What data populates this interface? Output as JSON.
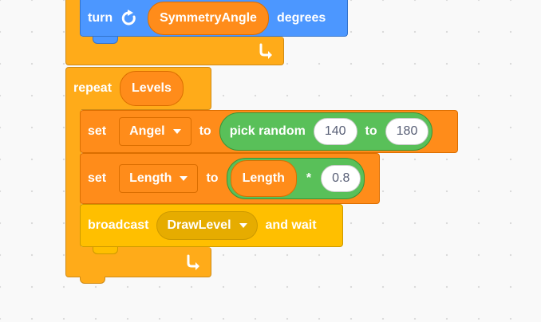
{
  "turn_block": {
    "label": "turn",
    "icon": "turn-right-icon",
    "variable": "SymmetryAngle",
    "unit": "degrees"
  },
  "top_loop": {
    "icon": "loop-arrow-icon"
  },
  "repeat_block": {
    "label": "repeat",
    "count_variable": "Levels",
    "loop_icon": "loop-arrow-icon"
  },
  "set_angel": {
    "label": "set",
    "variable": "Angel",
    "to_label": "to",
    "operator": {
      "label": "pick random",
      "from": "140",
      "to_label": "to",
      "to": "180"
    }
  },
  "set_length": {
    "label": "set",
    "variable": "Length",
    "to_label": "to",
    "operator": {
      "reporter": "Length",
      "symbol": "*",
      "value": "0.8"
    }
  },
  "broadcast": {
    "label": "broadcast",
    "message": "DrawLevel",
    "suffix": "and wait"
  },
  "colors": {
    "control": "#ffab19",
    "motion": "#4c97ff",
    "variables": "#ff8c1a",
    "events": "#ffbf00",
    "operators": "#59c059"
  }
}
